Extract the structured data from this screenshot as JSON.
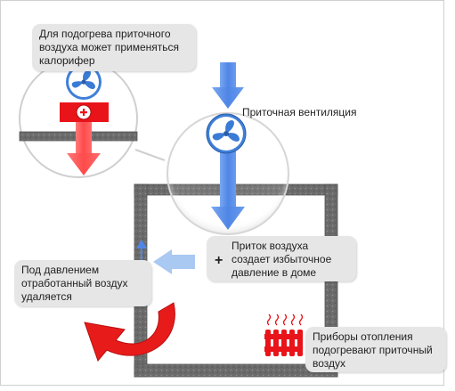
{
  "callouts": {
    "heater": {
      "lines": [
        "Для подогрева приточного",
        "воздуха может применяться",
        "калорифер"
      ]
    },
    "supply_vent": {
      "label": "Приточная вентиляция"
    },
    "pressure_in": {
      "lines": [
        "Приток воздуха",
        "создает избыточное",
        "давление в доме"
      ],
      "symbol": "+"
    },
    "exhaust": {
      "lines": [
        "Под давлением",
        "отработанный воздух",
        "удаляется"
      ]
    },
    "radiator": {
      "lines": [
        "Приборы отопления",
        "подогревают приточный",
        "воздух"
      ]
    }
  },
  "icons": {
    "fan": "fan-icon",
    "heater": "heater-plus-icon",
    "radiator": "radiator-icon",
    "heat_waves": "heat-waves-icon",
    "pressure": "double-arrow-icon"
  },
  "colors": {
    "cold_air": "#5b8fe8",
    "light_air": "#a9c8f2",
    "warm_air": "#ff5a5a",
    "exhaust": "#e81b1b",
    "heater": "#e8141a",
    "wall": "#6e6e6e",
    "callout_bg": "#e6e6e6"
  }
}
